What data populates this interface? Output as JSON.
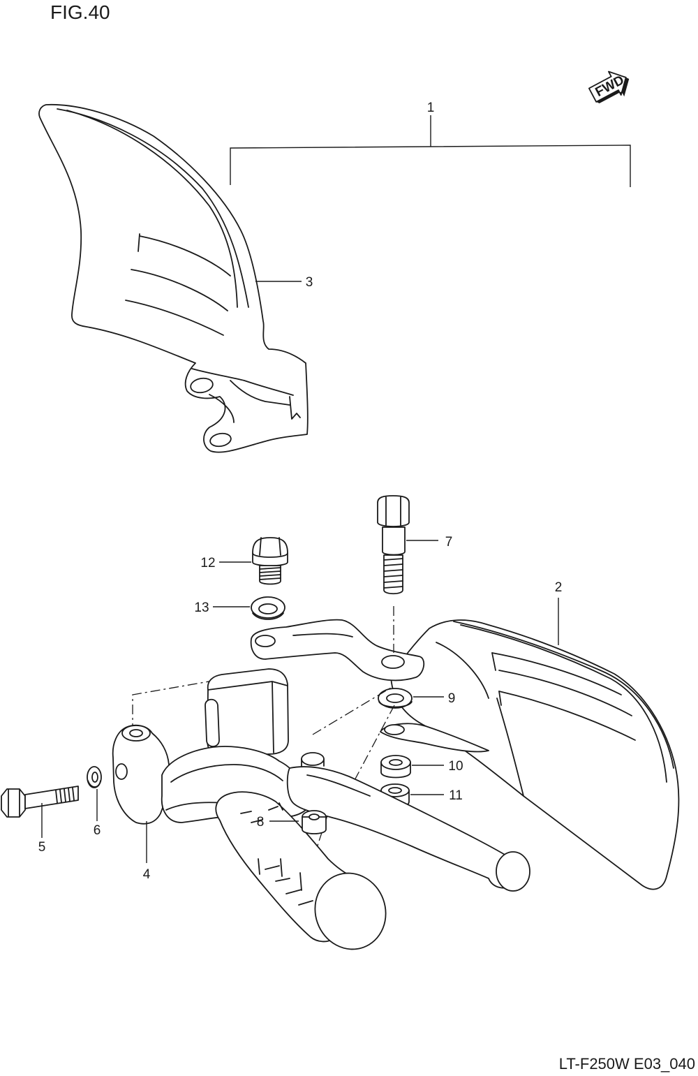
{
  "figure": {
    "title": "FIG.40",
    "code": "LT-F250W E03_040"
  },
  "fwd_badge": {
    "label": "FWD",
    "icon": "forward-arrow-icon"
  },
  "callouts": [
    {
      "id": "1",
      "part": "hand guard set bracket"
    },
    {
      "id": "2",
      "part": "hand guard right"
    },
    {
      "id": "3",
      "part": "hand guard left"
    },
    {
      "id": "4",
      "part": "lever holder"
    },
    {
      "id": "5",
      "part": "bolt"
    },
    {
      "id": "6",
      "part": "washer"
    },
    {
      "id": "7",
      "part": "bolt"
    },
    {
      "id": "8",
      "part": "spacer"
    },
    {
      "id": "9",
      "part": "washer"
    },
    {
      "id": "10",
      "part": "nut"
    },
    {
      "id": "11",
      "part": "spacer"
    },
    {
      "id": "12",
      "part": "bolt"
    },
    {
      "id": "13",
      "part": "washer"
    }
  ]
}
